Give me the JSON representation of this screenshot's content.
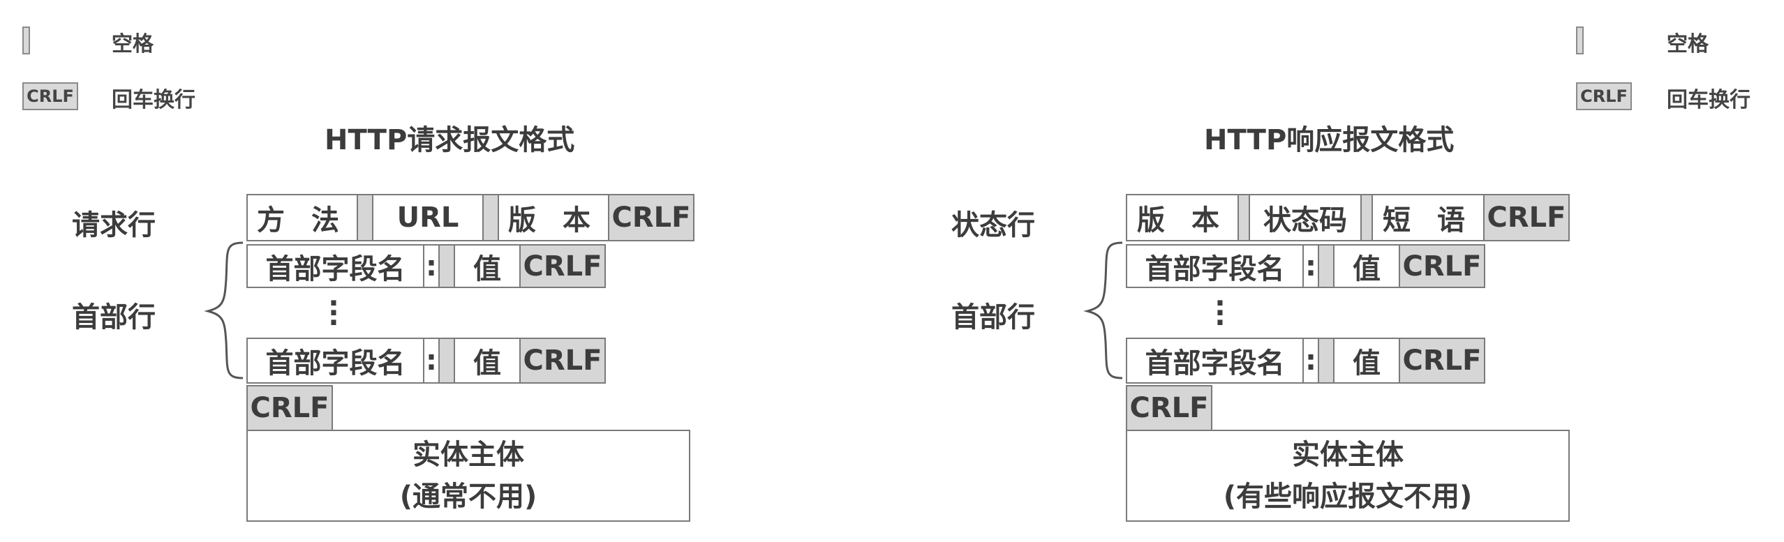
{
  "legend": {
    "space_label": "空格",
    "crlf_box": "CRLF",
    "crlf_label": "回车换行"
  },
  "request": {
    "title": "HTTP请求报文格式",
    "line_label": "请求行",
    "header_label": "首部行",
    "method": "方 法",
    "url": "URL",
    "version": "版 本",
    "crlf": "CRLF",
    "field_name": "首部字段名",
    "colon": ":",
    "value": "值",
    "entity_line1": "实体主体",
    "entity_line2": "(通常不用)"
  },
  "response": {
    "title": "HTTP响应报文格式",
    "line_label": "状态行",
    "header_label": "首部行",
    "version": "版 本",
    "status_code": "状态码",
    "phrase": "短 语",
    "crlf": "CRLF",
    "field_name": "首部字段名",
    "colon": ":",
    "value": "值",
    "entity_line1": "实体主体",
    "entity_line2": "(有些响应报文不用)"
  }
}
